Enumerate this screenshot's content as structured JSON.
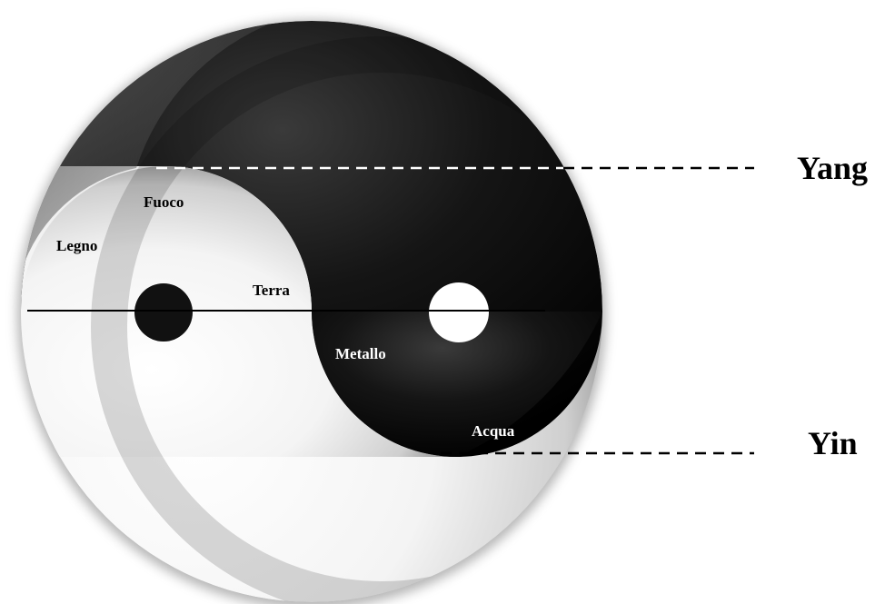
{
  "diagram": {
    "labels": {
      "yang": "Yang",
      "yin": "Yin"
    },
    "elements": {
      "fuoco": "Fuoco",
      "legno": "Legno",
      "terra": "Terra",
      "metallo": "Metallo",
      "acqua": "Acqua"
    },
    "colors": {
      "yin_side": "#111111",
      "yang_side": "#f2f2f2",
      "light_text": "#ffffff",
      "dark_text": "#000000"
    }
  }
}
